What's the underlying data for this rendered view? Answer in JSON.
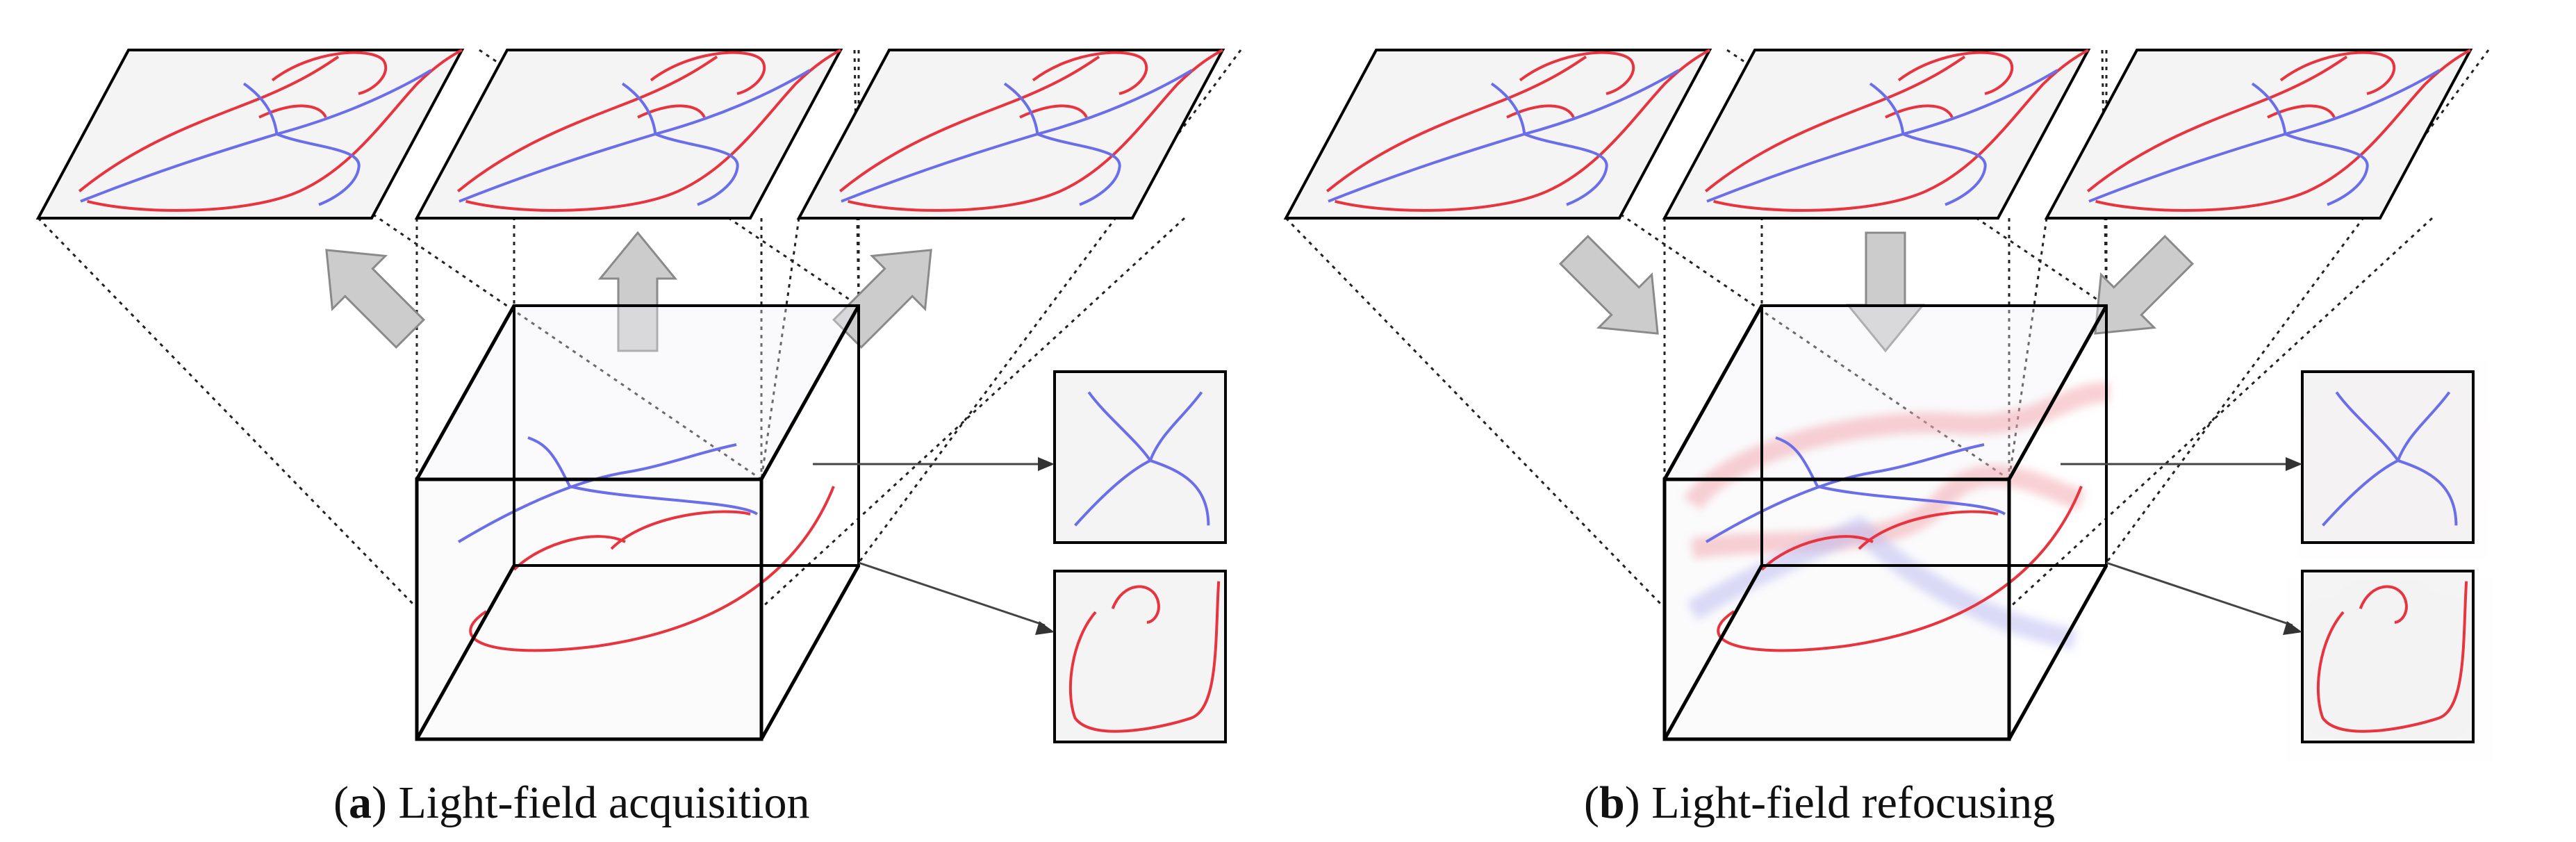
{
  "colors": {
    "red_curve": "#e8343f",
    "blue_curve": "#6a6ee8",
    "red_blur": "#f2a2aa",
    "blue_blur": "#b7b8f2",
    "panel_fill": "#f4f4f4",
    "arrow_fill": "#cccccc",
    "arrow_stroke": "#8a8a8a",
    "frame": "#000000"
  },
  "panels": [
    {
      "id": "a",
      "caption_letter": "a",
      "caption_text": " Light-field acquisition",
      "arrow_direction": "up",
      "refocused": false
    },
    {
      "id": "b",
      "caption_letter": "b",
      "caption_text": " Light-field refocusing",
      "arrow_direction": "down",
      "refocused": true
    }
  ]
}
